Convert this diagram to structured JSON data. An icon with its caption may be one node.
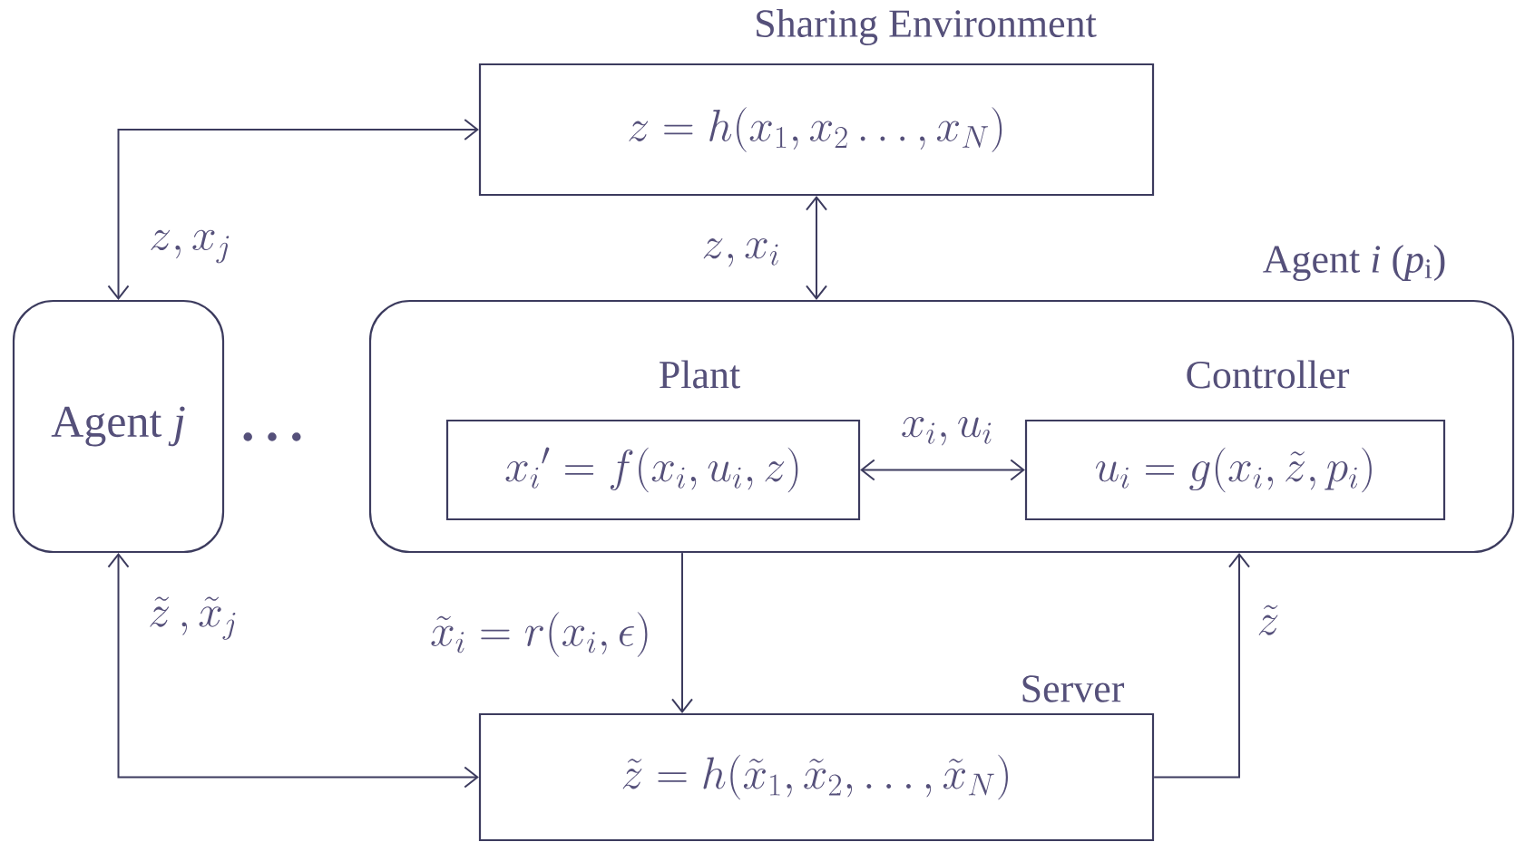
{
  "diagram": {
    "nodes": [
      {
        "text": [
          "Sharing Environment",
          "z = h(x_1, x_2 \\dots, x_N)"
        ]
      },
      {
        "text": [
          "Agent *j*"
        ]
      },
      {
        "text": [
          "Agent *i*  (*p*$_{i}$)"
        ]
      },
      {
        "text": [
          "Plant",
          "x_i{}' = f(x_i, u_i, z)"
        ],
        "in": 2
      },
      {
        "text": [
          "Controller",
          "u_i = g(x_i, \\tilde{z}, p_i)"
        ],
        "in": 2
      },
      {
        "text": [
          "Server",
          "\\tilde{z} = h(\\tilde{x}_1, \\tilde{x}_2, \\dots, \\tilde{x}_N)"
        ]
      }
    ],
    "edges": [
      {
        "from": 0,
        "to": 1,
        "arrow": "both",
        "label": "z, x_j"
      },
      {
        "from": 0,
        "to": 2,
        "arrow": "both",
        "label": "z, x_i"
      },
      {
        "from": 3,
        "to": 4,
        "arrow": "both",
        "label": "x_i, u_i"
      },
      {
        "from": 2,
        "to": 5,
        "arrow": "to",
        "label": "\\tilde{x}_i = r(x_i, \\epsilon)"
      },
      {
        "from": 5,
        "to": 2,
        "arrow": "to",
        "label": "\\tilde{z}"
      },
      {
        "from": 1,
        "to": 5,
        "arrow": "both",
        "label": "\\tilde{z}\\,, \\tilde{x}_j"
      }
    ],
    "labels": [
      "…"
    ]
  }
}
